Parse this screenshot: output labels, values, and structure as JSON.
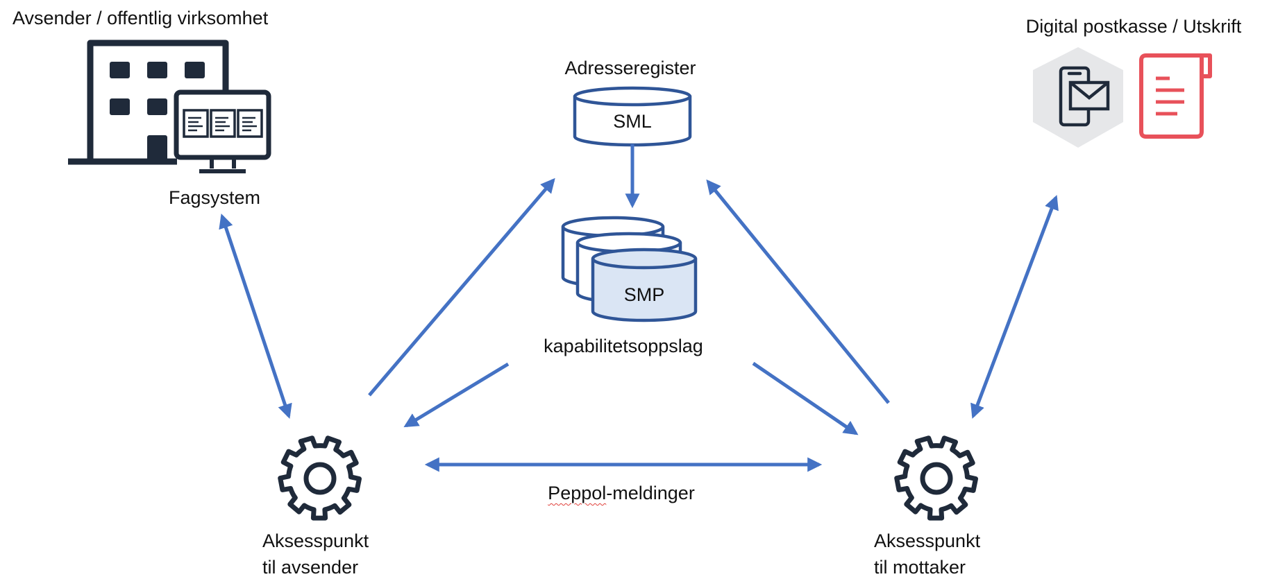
{
  "labels": {
    "sender_title": "Avsender / offentlig virksomhet",
    "fagsystem": "Fagsystem",
    "adresseregister": "Adresseregister",
    "sml": "SML",
    "smp": "SMP",
    "kapabilitet": "kapabilitetsoppslag",
    "peppol_prefix": "Peppol",
    "peppol_suffix": "-meldinger",
    "recipient_title": "Digital postkasse / Utskrift",
    "ap_sender_line1": "Aksesspunkt",
    "ap_sender_line2": "til avsender",
    "ap_receiver_line1": "Aksesspunkt",
    "ap_receiver_line2": "til mottaker"
  },
  "colors": {
    "arrow": "#4472c4",
    "db_stroke": "#2f5597",
    "smp_fill": "#dae5f4",
    "icon_dark": "#1f2a3a",
    "hex_bg": "#e6e7e9",
    "print_red": "#e8515a"
  },
  "icons": {
    "building": "office-building-icon",
    "monitor": "computer-monitor-icon",
    "gear": "gear-icon",
    "phone_mail": "phone-mail-icon",
    "document": "print-document-icon"
  }
}
